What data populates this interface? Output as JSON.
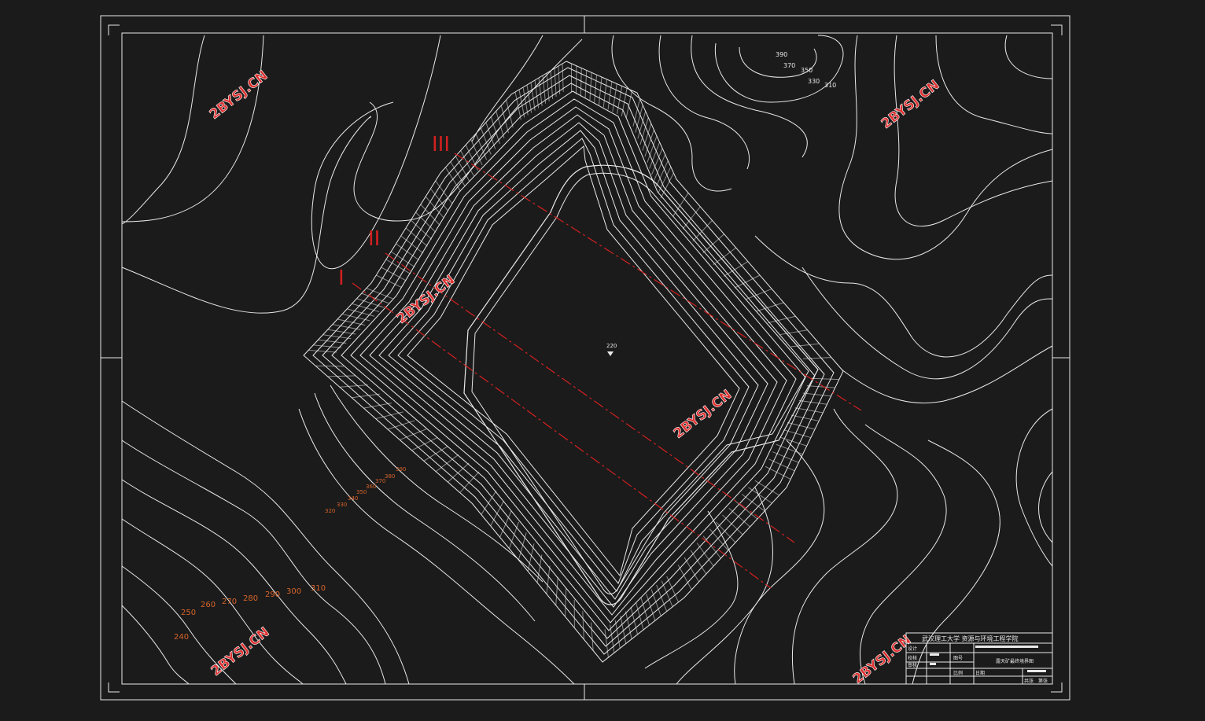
{
  "section_labels": {
    "i": "I",
    "ii": "II",
    "iii": "III"
  },
  "contour_labels_upper_right": [
    "390",
    "370",
    "350",
    "330",
    "310"
  ],
  "contour_labels_mid_left": [
    "320",
    "330",
    "340",
    "350",
    "360",
    "370",
    "380",
    "390"
  ],
  "contour_labels_lower_left": [
    "240",
    "250",
    "260",
    "270",
    "280",
    "290",
    "300",
    "310"
  ],
  "pit_bottom_elevation": "220",
  "watermarks": [
    "2BYSJ.CN",
    "2BYSJ.CN",
    "2BYSJ.CN",
    "2BYSJ.CN",
    "2BYSJ.CN",
    "2BYSJ.CN"
  ],
  "title_block": {
    "school": "武汉理工大学 资源与环境工程学院",
    "drawing_name": "露天矿最终境界图",
    "labels": [
      "设计",
      "校核",
      "审核",
      "图号",
      "比例",
      "日期",
      "共张",
      "第张"
    ]
  },
  "colors": {
    "background": "#1b1b1b",
    "line": "#e9e9e9",
    "section_line": "#d42020",
    "contour_label": "#d8642a",
    "watermark": "#e03030"
  }
}
